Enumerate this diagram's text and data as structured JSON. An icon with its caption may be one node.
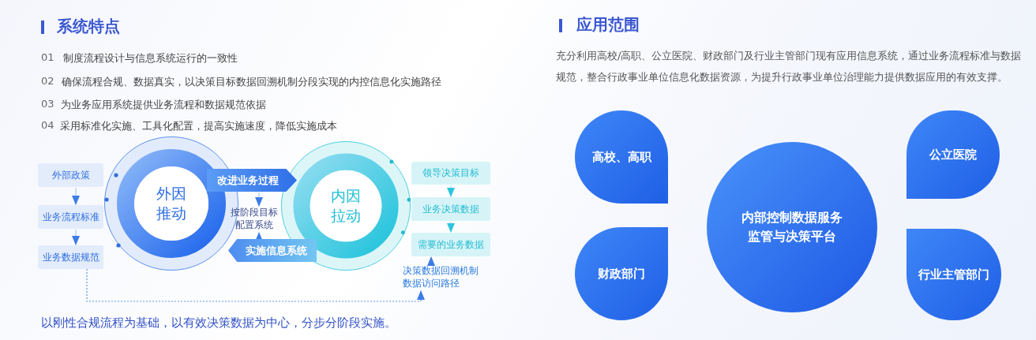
{
  "diagram": {
    "nodes": [
      {
        "text": [
          "外部政策"
        ]
      },
      {
        "text": [
          "业务流程标准"
        ]
      },
      {
        "text": [
          "业务数据规范"
        ]
      },
      {
        "text": [
          "外因推动"
        ]
      },
      {
        "text": [
          "改进业务过程"
        ]
      },
      {
        "text": [
          "按阶段目标配置系统"
        ]
      },
      {
        "text": [
          "实施信息系统"
        ]
      },
      {
        "text": [
          "内因拉动"
        ]
      },
      {
        "text": [
          "领导决策目标"
        ]
      },
      {
        "text": [
          "业务决策数据"
        ]
      },
      {
        "text": [
          "需要的业务数据"
        ]
      },
      {
        "text": [
          "决策数据回溯机制数据访问路径"
        ]
      },
      {
        "text": [
          "高校、高职"
        ]
      },
      {
        "text": [
          "公立医院"
        ]
      },
      {
        "text": [
          "内部控制数据服务监管与决策平台"
        ]
      },
      {
        "text": [
          "财政部门"
        ]
      },
      {
        "text": [
          "行业主管部门"
        ]
      }
    ],
    "edges": [
      {
        "from": 0,
        "to": 1,
        "arrow": "to"
      },
      {
        "from": 1,
        "to": 2,
        "arrow": "to"
      },
      {
        "from": 4,
        "to": 5,
        "arrow": "to"
      },
      {
        "from": 6,
        "to": 5,
        "arrow": "to"
      },
      {
        "from": 8,
        "to": 9,
        "arrow": "to",
        "color": "#2cc6dc"
      },
      {
        "from": 9,
        "to": 10,
        "arrow": "to",
        "color": "#2cc6dc"
      },
      {
        "from": 11,
        "to": 10,
        "arrow": "to"
      },
      {
        "from": 2,
        "to": 11,
        "arrow": "to",
        "style": "dashed"
      }
    ],
    "labels": [
      "系统特点",
      "01",
      "制度流程设计与信息系统运行的一致性",
      "02",
      "确保流程合规、数据真实，以决策目标数据回溯机制分段实现的内控信息化实施路径",
      "03",
      "为业务应用系统提供业务流程和数据规范依据",
      "04",
      "采用标准化实施、工具化配置，提高实施速度，降低实施成本",
      "以刚性合规流程为基础，以有效决策数据为中心，分步分阶段实施。",
      "应用范围",
      "充分利用高校/高职、公立医院、财政部门及行业主管部门现有应用信息系统，通过业务流程标准与数据规范，整合行政事业单位信息化数据资源，为提升行政事业单位治理能力提供数据应用的有效支撑。"
    ]
  }
}
